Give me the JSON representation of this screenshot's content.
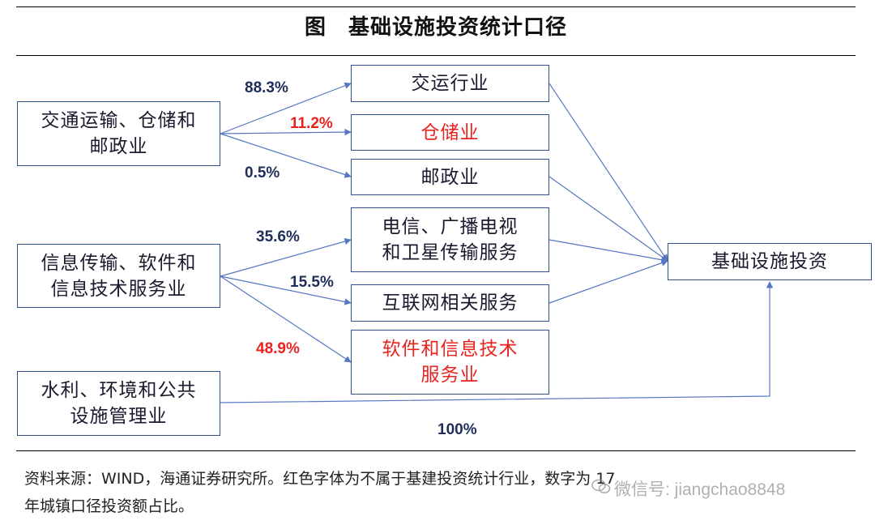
{
  "title": "图　基础设施投资统计口径",
  "sources": [
    {
      "lines": [
        "交通运输、仓储和",
        "邮政业"
      ]
    },
    {
      "lines": [
        "信息传输、软件和",
        "信息技术服务业"
      ]
    },
    {
      "lines": [
        "水利、环境和公共",
        "设施管理业"
      ]
    }
  ],
  "subs": [
    {
      "lines": [
        "交运行业"
      ],
      "red": false
    },
    {
      "lines": [
        "仓储业"
      ],
      "red": true
    },
    {
      "lines": [
        "邮政业"
      ],
      "red": false
    },
    {
      "lines": [
        "电信、广播电视",
        "和卫星传输服务"
      ],
      "red": false
    },
    {
      "lines": [
        "互联网相关服务"
      ],
      "red": false
    },
    {
      "lines": [
        "软件和信息技术",
        "服务业"
      ],
      "red": true
    }
  ],
  "target": {
    "label": "基础设施投资"
  },
  "percentages": [
    {
      "value": "88.3%",
      "red": false
    },
    {
      "value": "11.2%",
      "red": true
    },
    {
      "value": "0.5%",
      "red": false
    },
    {
      "value": "35.6%",
      "red": false
    },
    {
      "value": "15.5%",
      "red": false
    },
    {
      "value": "48.9%",
      "red": true
    },
    {
      "value": "100%",
      "red": false
    }
  ],
  "note": {
    "line1": "资料来源：WIND，海通证券研究所。红色字体为不属于基建投资统计行业，数字为 17",
    "line2": "年城镇口径投资额占比。"
  },
  "watermark": {
    "text": "微信号: jiangchao8848",
    "icon": "wechat-icon"
  },
  "colors": {
    "line": "#5577c4",
    "box_border": "#2f4f8f",
    "red": "#e8231f",
    "pct_blue": "#1f2d5a"
  }
}
